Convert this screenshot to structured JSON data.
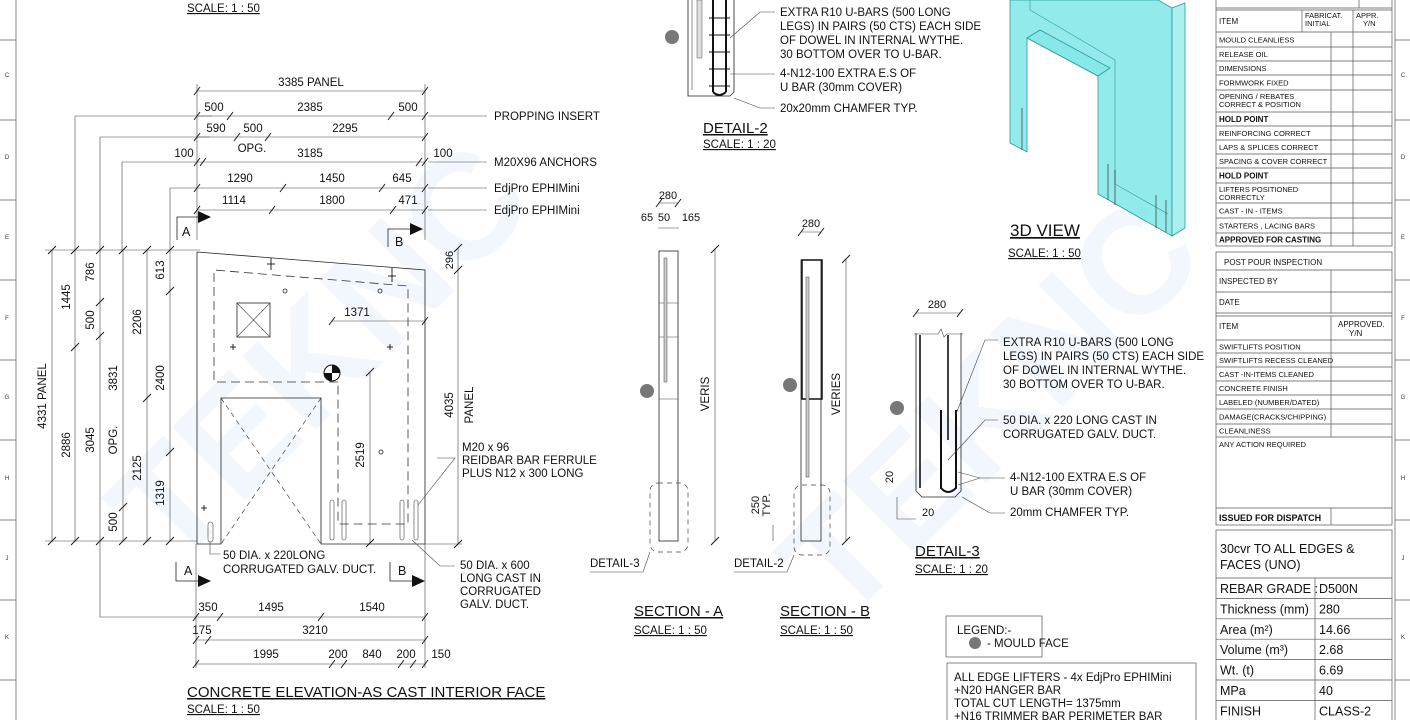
{
  "watermark": "TEKNC",
  "zones": [
    "C",
    "D",
    "E",
    "F",
    "G",
    "H",
    "J",
    "K"
  ],
  "elevation": {
    "scale_top": "SCALE:  1 : 50",
    "title": "CONCRETE ELEVATION-AS CAST INTERIOR FACE",
    "scale": "SCALE:  1 : 50",
    "top_dims": {
      "panel": "3385 PANEL",
      "r1": [
        "500",
        "2385",
        "500"
      ],
      "r2": [
        "590",
        "500",
        "2295"
      ],
      "opg": "OPG.",
      "r3": [
        "100",
        "3185",
        "100"
      ],
      "r4": [
        "1290",
        "1450",
        "645"
      ],
      "r5": [
        "1114",
        "1800",
        "471"
      ]
    },
    "callouts": {
      "propping": "PROPPING INSERT",
      "anchors": "M20X96 ANCHORS",
      "edj1": "EdjPro EPHIMini",
      "edj2": "EdjPro EPHIMini"
    },
    "left_dims": {
      "panel": "4331 PANEL",
      "a": [
        "1445",
        "2886"
      ],
      "b": [
        "786",
        "500",
        "3045"
      ],
      "c": [
        "3831",
        "OPG.",
        "500"
      ],
      "d": [
        "2206",
        "2125"
      ],
      "e": [
        "613",
        "2400",
        "1319"
      ]
    },
    "inner_dims": {
      "d1371": "1371",
      "d2519": "2519",
      "d296": "296",
      "d4035": "4035",
      "panel": "PANEL"
    },
    "section_marks": {
      "a": "A",
      "b": "B"
    },
    "notes": {
      "ferrule": [
        "M20 x 96",
        "REIDBAR BAR FERRULE",
        "PLUS N12 x 300 LONG"
      ],
      "duct220": [
        "50 DIA. x 220LONG",
        "CORRUGATED GALV. DUCT."
      ],
      "duct600": [
        "50 DIA. x 600",
        "LONG CAST IN",
        "CORRUGATED",
        "GALV. DUCT."
      ]
    },
    "bottom_dims": {
      "r1": [
        "350",
        "1495",
        "1540"
      ],
      "r2": [
        "175",
        "3210"
      ],
      "r3": [
        "1995",
        "200",
        "840",
        "200",
        "150"
      ]
    }
  },
  "detail2": {
    "notes": [
      "EXTRA R10 U-BARS (500 LONG",
      "LEGS) IN PAIRS (50 CTS) EACH SIDE",
      "OF DOWEL IN INTERNAL WYTHE.",
      "30 BOTTOM OVER TO U-BAR."
    ],
    "bars": [
      "4-N12-100 EXTRA E.S OF",
      "U BAR (30mm COVER)"
    ],
    "chamfer": "20x20mm CHAMFER TYP.",
    "title": "DETAIL-2",
    "scale": "SCALE:  1 : 20"
  },
  "section_a": {
    "dims": {
      "w": "280",
      "a": "65",
      "b": "50",
      "c": "165"
    },
    "height": "VERIS",
    "detail_ref": "DETAIL-3",
    "title": "SECTION - A",
    "scale": "SCALE:  1 : 50"
  },
  "section_b": {
    "w": "280",
    "height": "VERIES",
    "typ": "250",
    "typ2": "TYP.",
    "detail_ref": "DETAIL-2",
    "title": "SECTION - B",
    "scale": "SCALE:  1 : 50"
  },
  "view3d": {
    "title": "3D VIEW",
    "scale": "SCALE: 1 : 50",
    "color": "#7fe6e6"
  },
  "detail3": {
    "w": "280",
    "notes": [
      "EXTRA R10 U-BARS (500 LONG",
      "LEGS) IN PAIRS (50 CTS) EACH SIDE",
      "OF DOWEL IN INTERNAL WYTHE.",
      "30 BOTTOM OVER TO U-BAR."
    ],
    "duct": [
      "50 DIA. x 220 LONG CAST IN",
      "CORRUGATED GALV. DUCT."
    ],
    "bars": [
      "4-N12-100 EXTRA E.S OF",
      "U BAR (30mm COVER)"
    ],
    "chamfer": "20mm CHAMFER TYP.",
    "d20a": "20",
    "d20b": "20",
    "title": "DETAIL-3",
    "scale": "SCALE:  1 : 20"
  },
  "legend": {
    "title": "LEGEND:-",
    "item": "-   MOULD FACE",
    "dot_color": "#777777"
  },
  "lifter_notes": [
    "ALL EDGE LIFTERS - 4x EdjPro EPHIMini",
    "+N20 HANGER BAR",
    "TOTAL CUT LENGTH= 1375mm",
    "+N16 TRIMMER BAR PERIMETER BAR"
  ],
  "pre_pour": {
    "headers": [
      "ITEM",
      "FABRICAT.",
      "INITIAL",
      "APPR.",
      "Y/N"
    ],
    "rows": [
      {
        "label": "MOULD CLEANLIESS",
        "bold": false
      },
      {
        "label": "RELEASE OIL",
        "bold": false
      },
      {
        "label": "DIMENSIONS",
        "bold": false
      },
      {
        "label": "FORMWORK FIXED",
        "bold": false
      },
      {
        "label": "OPENING / REBATES|CORRECT & POSITION",
        "bold": false
      },
      {
        "label": "HOLD POINT",
        "bold": true
      },
      {
        "label": "REINFORCING CORRECT",
        "bold": false
      },
      {
        "label": "LAPS & SPLICES CORRECT",
        "bold": false
      },
      {
        "label": "SPACING & COVER CORRECT",
        "bold": false
      },
      {
        "label": "HOLD POINT",
        "bold": true
      },
      {
        "label": "LIFTERS POSITIONED|CORRECTLY",
        "bold": false
      },
      {
        "label": "CAST - IN - ITEMS",
        "bold": false
      },
      {
        "label": "STARTERS , LACING BARS",
        "bold": false
      },
      {
        "label": "APPROVED FOR CASTING",
        "bold": true
      }
    ]
  },
  "post_pour": {
    "title": "POST POUR INSPECTION",
    "inspected_by": "INSPECTED BY",
    "date": "DATE",
    "headers": [
      "ITEM",
      "APPROVED.",
      "Y/N"
    ],
    "rows": [
      "SWIFTLIFTS POSITION",
      "SWIFTLIFTS RECESS CLEANED",
      "CAST -IN-ITEMS CLEANED",
      "CONCRETE FINISH",
      "LABELED (NUMBER/DATED)",
      "DAMAGE(CRACKS/CHIPPING)",
      "CLEANLINESS"
    ],
    "action": "ANY ACTION REQUIRED",
    "dispatch": "ISSUED FOR DISPATCH"
  },
  "properties": {
    "cover": [
      "30cvr TO ALL EDGES &",
      "FACES (UNO)"
    ],
    "rows": [
      {
        "label": "REBAR GRADE :",
        "value": "D500N"
      },
      {
        "label": "Thickness (mm)",
        "value": "280"
      },
      {
        "label": "Area (m²)",
        "value": "14.66"
      },
      {
        "label": "Volume (m³)",
        "value": "2.68"
      },
      {
        "label": "Wt. (t)",
        "value": "6.69"
      },
      {
        "label": "MPa",
        "value": "40"
      },
      {
        "label": "FINISH",
        "value": "CLASS-2"
      }
    ]
  }
}
